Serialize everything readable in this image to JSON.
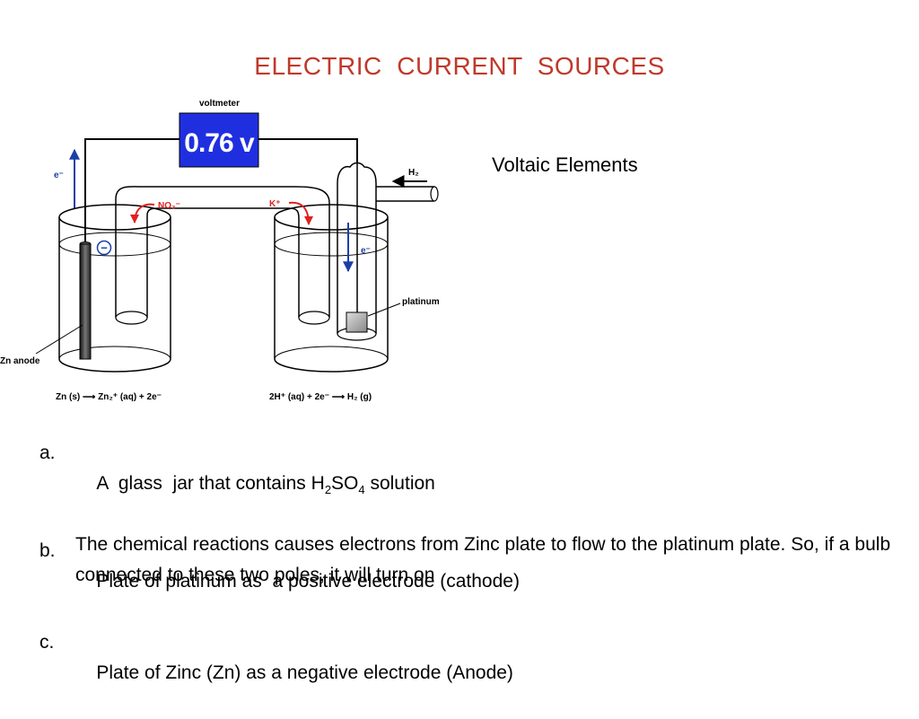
{
  "slide": {
    "title": "ELECTRIC  CURRENT  SOURCES",
    "subtitle": "Voltaic Elements"
  },
  "diagram": {
    "voltmeter_label": "voltmeter",
    "voltmeter_reading": "0.76 v",
    "electron_left": "e⁻",
    "electron_right": "e⁻",
    "h2_label": "H₂",
    "no3_label": "NO₃⁻",
    "k_label": "K⁺",
    "minus_sign": "−",
    "platinum_label": "platinum",
    "zn_anode_label": "Zn anode",
    "left_reaction": "Zn (s) ⟶ Zn₂⁺ (aq) + 2e⁻",
    "right_reaction": "2H⁺ (aq) + 2e⁻ ⟶ H₂ (g)",
    "colors": {
      "voltmeter_bg": "#1f2fe0",
      "ion_arrows": "#e02020",
      "electron_arrows": "#1a3fa8"
    }
  },
  "list": {
    "a_marker": "a.",
    "a_pre": "A  glass  jar that contains H",
    "a_sub1": "2",
    "a_mid": "SO",
    "a_sub2": "4",
    "a_post": " solution",
    "b_marker": "b.",
    "b_text": "Plate of platinum as  a positive electrode (cathode)",
    "c_marker": "c.",
    "c_text": "Plate of Zinc (Zn) as a negative electrode (Anode)",
    "paragraph": "The chemical  reactions causes electrons from Zinc  plate to flow to the platinum plate. So, if a bulb connected to these two poles, it will turn on"
  }
}
